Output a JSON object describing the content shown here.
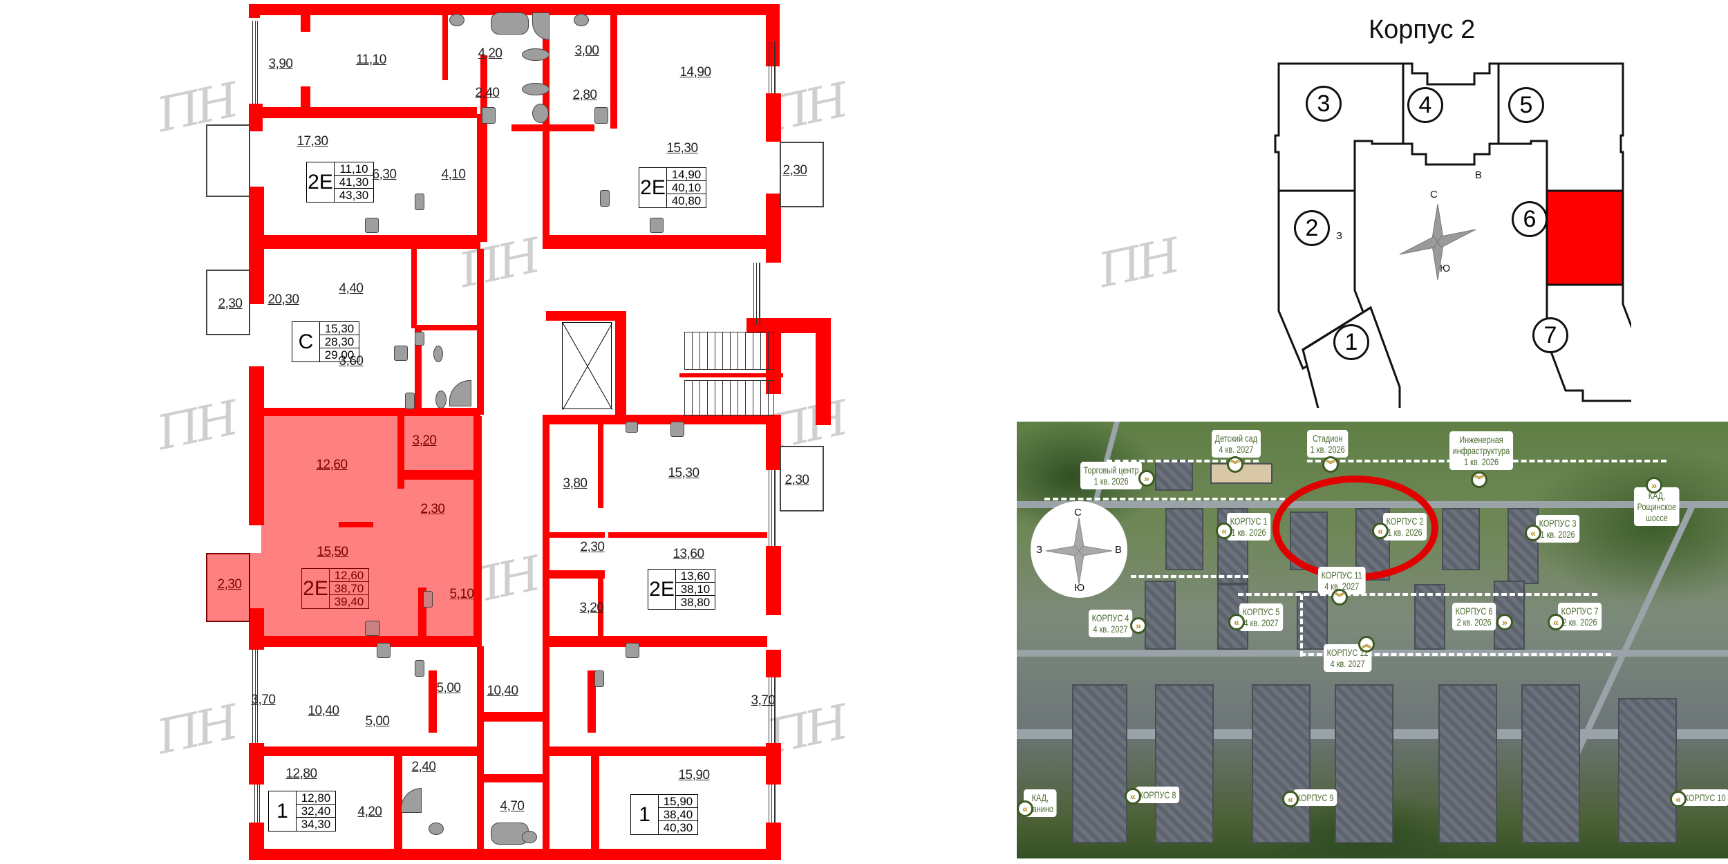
{
  "scheme": {
    "title": "Корпус 2",
    "sections": [
      {
        "num": "1",
        "active": false
      },
      {
        "num": "2",
        "active": false
      },
      {
        "num": "3",
        "active": false
      },
      {
        "num": "4",
        "active": false
      },
      {
        "num": "5",
        "active": false
      },
      {
        "num": "6",
        "active": true
      },
      {
        "num": "7",
        "active": false
      }
    ],
    "compass": {
      "n": "С",
      "e": "В",
      "s": "Ю",
      "w": "З"
    },
    "active_color": "#ff0000"
  },
  "floor_plan": {
    "wall_color": "#ff0000",
    "highlight_color": "#ff8080",
    "rooms": [
      {
        "id": "r1",
        "label": "3,90"
      },
      {
        "id": "r2",
        "label": "11,10"
      },
      {
        "id": "r3",
        "label": "4,20"
      },
      {
        "id": "r4",
        "label": "3,00"
      },
      {
        "id": "r5",
        "label": "14,90"
      },
      {
        "id": "r6",
        "label": "2,40"
      },
      {
        "id": "r7",
        "label": "2,80"
      },
      {
        "id": "r8",
        "label": "17,30"
      },
      {
        "id": "r9",
        "label": "6,30"
      },
      {
        "id": "r10",
        "label": "4,10"
      },
      {
        "id": "r11",
        "label": "15,30"
      },
      {
        "id": "r12",
        "label": "2,30"
      },
      {
        "id": "r13",
        "label": "2,30"
      },
      {
        "id": "r14",
        "label": "20,30"
      },
      {
        "id": "r15",
        "label": "4,40"
      },
      {
        "id": "r16",
        "label": "3,60"
      },
      {
        "id": "r17",
        "label": "12,60"
      },
      {
        "id": "r18",
        "label": "3,20"
      },
      {
        "id": "r19",
        "label": "2,30"
      },
      {
        "id": "r20",
        "label": "15,50"
      },
      {
        "id": "r21",
        "label": "2,30"
      },
      {
        "id": "r22",
        "label": "5,10"
      },
      {
        "id": "r23",
        "label": "3,80"
      },
      {
        "id": "r24",
        "label": "15,30"
      },
      {
        "id": "r25",
        "label": "2,30"
      },
      {
        "id": "r26",
        "label": "2,30"
      },
      {
        "id": "r27",
        "label": "13,60"
      },
      {
        "id": "r28",
        "label": "3,20"
      },
      {
        "id": "r29",
        "label": "3,70"
      },
      {
        "id": "r30",
        "label": "10,40"
      },
      {
        "id": "r31",
        "label": "5,00"
      },
      {
        "id": "r32",
        "label": "5,00"
      },
      {
        "id": "r33",
        "label": "10,40"
      },
      {
        "id": "r34",
        "label": "3,70"
      },
      {
        "id": "r35",
        "label": "12,80"
      },
      {
        "id": "r36",
        "label": "2,40"
      },
      {
        "id": "r37",
        "label": "15,90"
      },
      {
        "id": "r38",
        "label": "4,20"
      },
      {
        "id": "r39",
        "label": "4,70"
      }
    ],
    "apartments": [
      {
        "type": "2Е",
        "living": "11,10",
        "total": "41,30",
        "total_with_balcony": "43,30",
        "highlighted": false
      },
      {
        "type": "2Е",
        "living": "14,90",
        "total": "40,10",
        "total_with_balcony": "40,80",
        "highlighted": false
      },
      {
        "type": "С",
        "living": "15,30",
        "total": "28,30",
        "total_with_balcony": "29,00",
        "highlighted": false
      },
      {
        "type": "2Е",
        "living": "12,60",
        "total": "38,70",
        "total_with_balcony": "39,40",
        "highlighted": true
      },
      {
        "type": "2Е",
        "living": "13,60",
        "total": "38,10",
        "total_with_balcony": "38,80",
        "highlighted": false
      },
      {
        "type": "1",
        "living": "12,80",
        "total": "32,40",
        "total_with_balcony": "34,30",
        "highlighted": false
      },
      {
        "type": "1",
        "living": "15,90",
        "total": "38,40",
        "total_with_balcony": "40,30",
        "highlighted": false
      }
    ],
    "watermark": "ΠΗ"
  },
  "aerial": {
    "compass": {
      "n": "С",
      "e": "В",
      "s": "Ю",
      "w": "З"
    },
    "highlight_ring_color": "#e10000",
    "labels": [
      {
        "name": "Торговый центр",
        "date": "1 кв. 2026",
        "icon": "chevron-right-icon"
      },
      {
        "name": "Детский сад",
        "date": "4 кв. 2027",
        "icon": "chevron-down-icon"
      },
      {
        "name": "Стадион",
        "date": "1 кв. 2026",
        "icon": "chevron-down-icon"
      },
      {
        "name": "Инженерная",
        "name2": "инфраструктура",
        "date": "1 кв. 2026",
        "icon": "chevron-down-icon"
      },
      {
        "name": "КАД,",
        "name2": "Рощинское",
        "date": "шоссе",
        "icon": "chevron-right-icon"
      },
      {
        "name": "КОРПУС 1",
        "date": "1 кв. 2026",
        "icon": "chevron-left-icon"
      },
      {
        "name": "КОРПУС 2",
        "date": "1 кв. 2026",
        "icon": "chevron-left-icon"
      },
      {
        "name": "КОРПУС 3",
        "date": "1 кв. 2026",
        "icon": "chevron-left-icon"
      },
      {
        "name": "КОРПУС 11",
        "date": "4 кв. 2027",
        "icon": "chevron-down-icon"
      },
      {
        "name": "КОРПУС 4",
        "date": "4 кв. 2027",
        "icon": "chevron-right-icon"
      },
      {
        "name": "КОРПУС 5",
        "date": "4 кв. 2027",
        "icon": "chevron-left-icon"
      },
      {
        "name": "КОРПУС 6",
        "date": "2 кв. 2026",
        "icon": "chevron-right-icon"
      },
      {
        "name": "КОРПУС 7",
        "date": "2 кв. 2026",
        "icon": "chevron-left-icon"
      },
      {
        "name": "КОРПУС 12",
        "date": "4 кв. 2027",
        "icon": "chevron-up-icon"
      },
      {
        "name": "КАД,",
        "date": "Санино",
        "icon": "chevron-left-icon"
      },
      {
        "name": "КОРПУС 8",
        "icon": "chevron-left-icon"
      },
      {
        "name": "КОРПУС 9",
        "icon": "chevron-left-icon"
      },
      {
        "name": "КОРПУС 10",
        "icon": "chevron-left-icon"
      }
    ],
    "chevron_glyphs": {
      "right": "»",
      "left": "«",
      "down": "︾",
      "up": "︽"
    }
  }
}
